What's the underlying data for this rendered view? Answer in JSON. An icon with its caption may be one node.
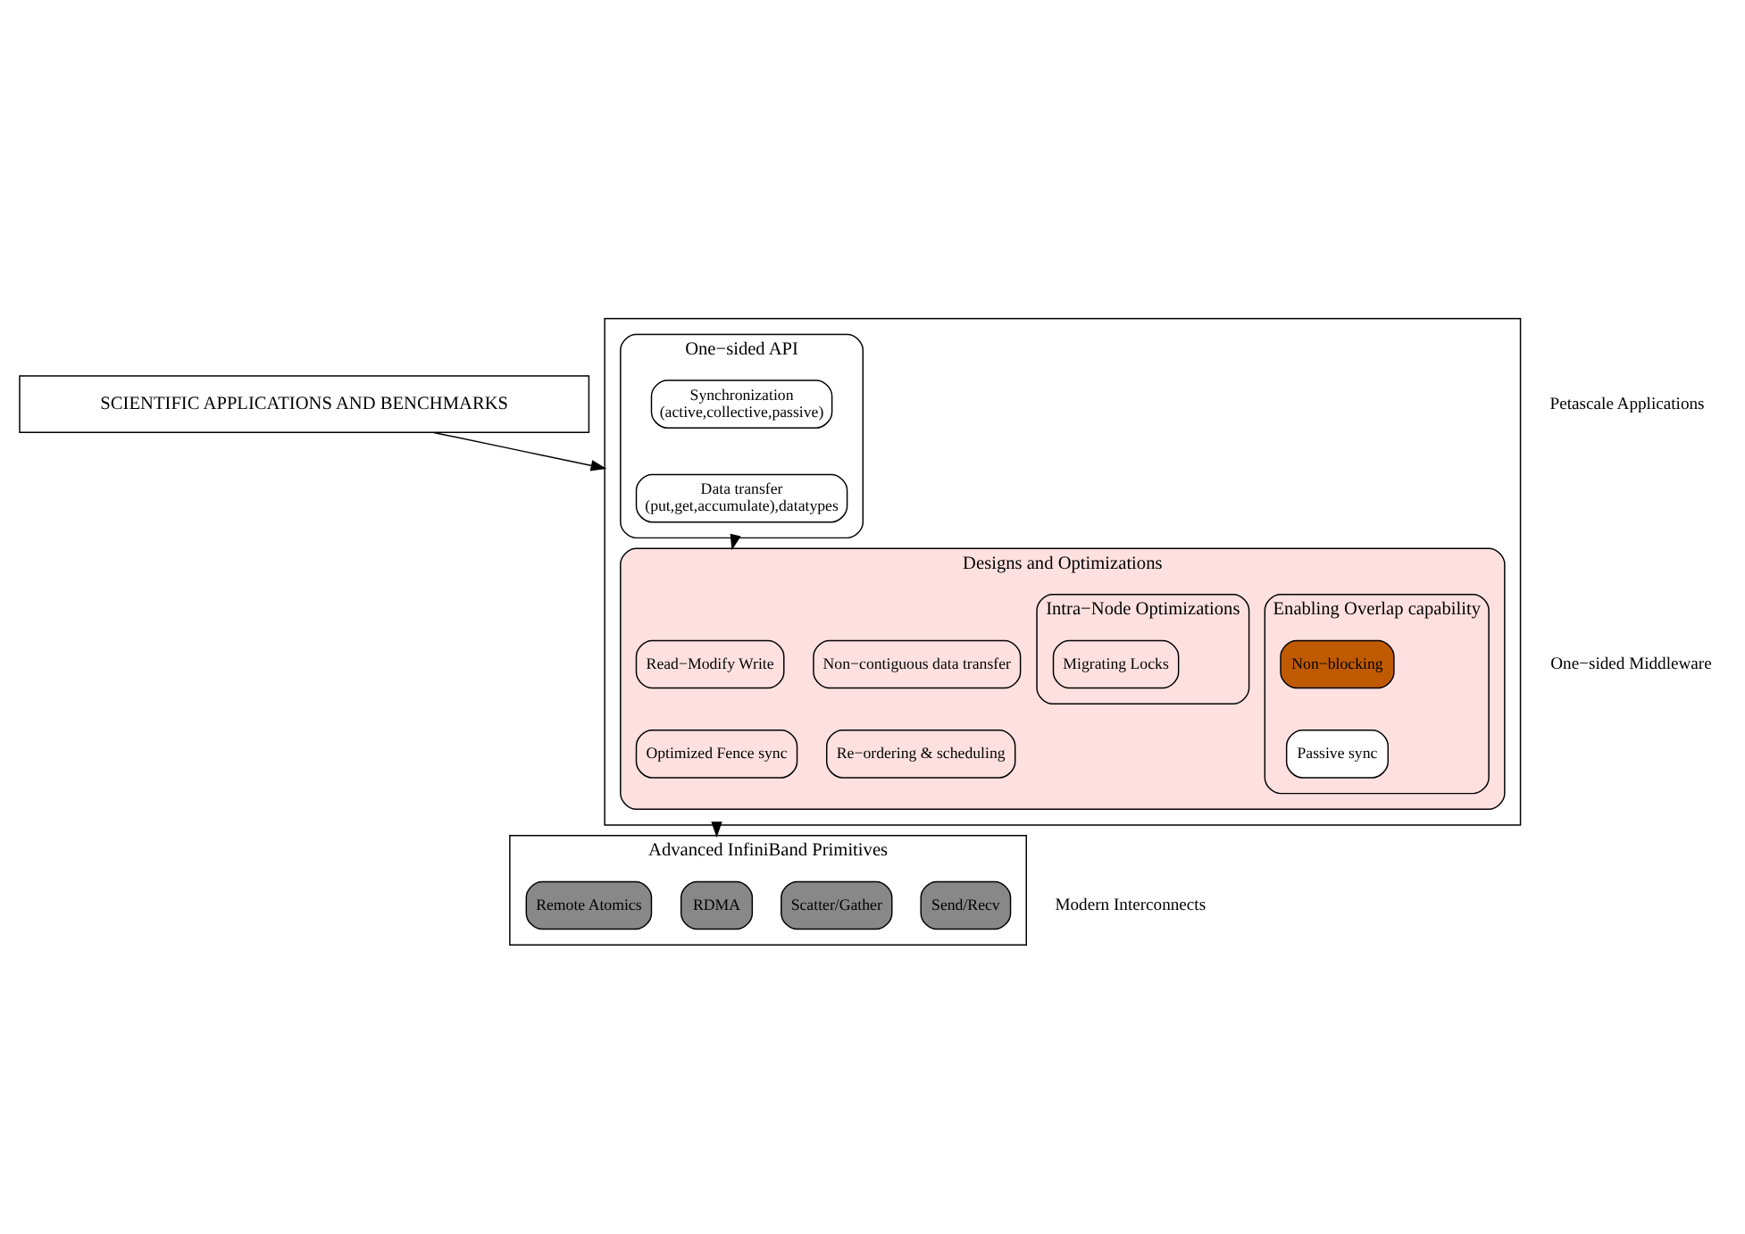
{
  "diagram": {
    "nodes": [
      {
        "text": [
          "SCIENTIFIC APPLICATIONS AND BENCHMARKS"
        ]
      },
      {
        "text": [],
        "shape": "box"
      },
      {
        "text": [
          "One−sided API"
        ],
        "in": 1
      },
      {
        "text": [
          "Data transfer",
          "(put,get,accumulate),datatypes"
        ],
        "in": 2
      },
      {
        "text": [
          "Synchronization",
          "(active,collective,passive)"
        ],
        "in": 2
      },
      {
        "text": [
          "Designs and Optimizations"
        ],
        "in": 1
      },
      {
        "text": [
          "Enabling Overlap capability"
        ],
        "in": 5
      },
      {
        "text": [
          "Non−blocking"
        ],
        "in": 6
      },
      {
        "text": [
          "Passive sync"
        ],
        "in": 6
      },
      {
        "text": [
          "Read−Modify Write"
        ],
        "in": 5
      },
      {
        "text": [
          "Non−contiguous data transfer"
        ],
        "in": 5
      },
      {
        "text": [
          "Optimized Fence sync"
        ],
        "in": 5
      },
      {
        "text": [
          "Re−ordering & scheduling"
        ],
        "in": 5
      },
      {
        "text": [
          "Intra−Node Optimizations"
        ],
        "in": 5
      },
      {
        "text": [
          "Migrating Locks"
        ],
        "in": 13
      },
      {
        "text": [
          "Advanced InfiniBand Primitives"
        ]
      },
      {
        "text": [
          "Remote Atomics"
        ],
        "in": 15
      },
      {
        "text": [
          "RDMA"
        ],
        "in": 15
      },
      {
        "text": [
          "Scatter/Gather"
        ],
        "in": 15
      },
      {
        "text": [
          "Send/Recv"
        ],
        "in": 15
      }
    ],
    "edges": [
      {
        "from": 0,
        "to": 1,
        "arrow": "to"
      },
      {
        "from": 2,
        "to": 5,
        "arrow": "to"
      },
      {
        "from": 1,
        "to": 15,
        "arrow": "to"
      }
    ],
    "labels": [
      "Petascale Applications",
      "One−sided Middleware",
      "Modern Interconnects"
    ]
  }
}
